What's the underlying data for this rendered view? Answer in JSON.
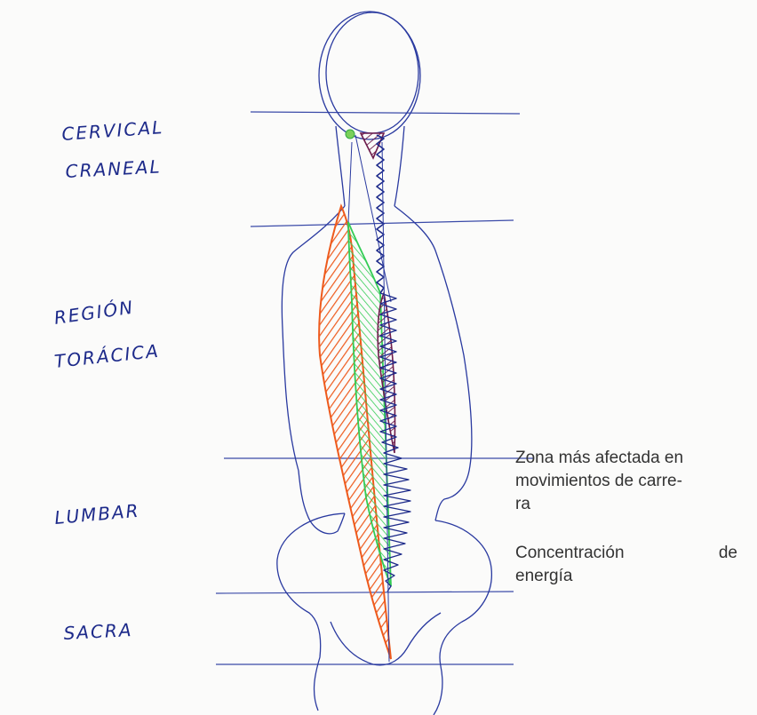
{
  "regions": {
    "cervical_1": "CERVICAL",
    "cervical_2": "CRANEAL",
    "toracica_1": "REGIÓN",
    "toracica_2": "TORÁCICA",
    "lumbar": "LUMBAR",
    "sacra": "SACRA"
  },
  "notes": {
    "zona_line1": "Zona más afectada en",
    "zona_line2": "movimientos de carre-",
    "zona_line3": "ra",
    "energia_word1": "Concentración",
    "energia_word2": "de",
    "energia_line2": "energía"
  },
  "colors": {
    "ink_blue": "#1d2a8a",
    "muscle_orange": "#ee5a1c",
    "muscle_green": "#33cc55",
    "muscle_purple": "#6e1d4c"
  }
}
